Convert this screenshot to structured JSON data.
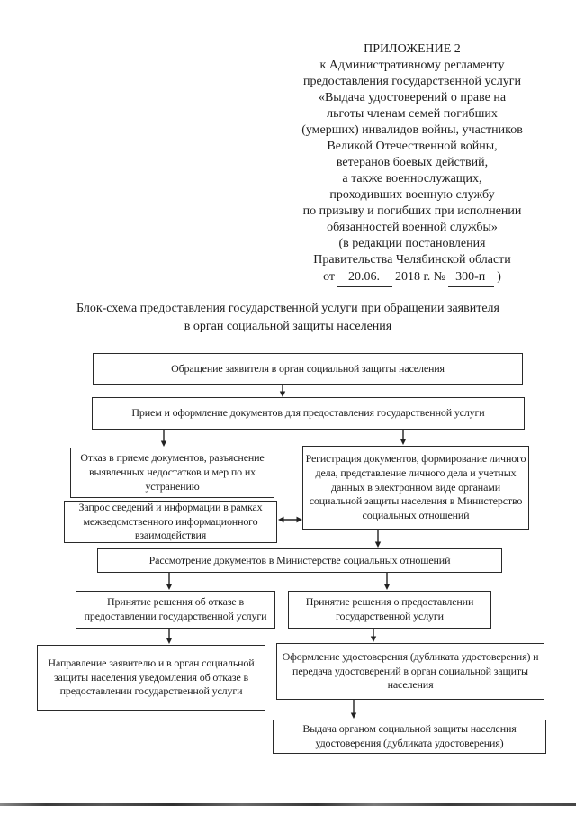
{
  "colors": {
    "paper": "#ffffff",
    "ink": "#222222"
  },
  "header": {
    "block": "ПРИЛОЖЕНИЕ 2\nк Административному регламенту\nпредоставления государственной услуги\n«Выдача удостоверений о праве на\nльготы членам семей погибших\n(умерших) инвалидов войны, участников\nВеликой Отечественной войны,\nветеранов боевых действий,\nа также военнослужащих,\nпроходивших военную службу\nпо призыву и погибших при исполнении\nобязанностей военной службы»\n(в редакции постановления\nПравительства Челябинской области",
    "date_line": {
      "prefix": "от",
      "date": "20.06.",
      "middle": "2018 г. №",
      "number": "300-п",
      "suffix": ")"
    }
  },
  "title": "Блок-схема предоставления государственной услуги при обращении заявителя\nв орган социальной защиты населения",
  "flowchart": {
    "boxes": [
      {
        "name": "applicant-request",
        "text": "Обращение заявителя в орган социальной защиты населения"
      },
      {
        "name": "documents-reception",
        "text": "Прием и оформление документов для предоставления государственной услуги"
      },
      {
        "name": "reception-refusal",
        "text": "Отказ в приеме документов, разъяснение выявленных недостатков и мер по их устранению"
      },
      {
        "name": "documents-registration",
        "text": "Регистрация документов, формирование личного дела, представление личного дела и учетных данных в электронном виде органами социальной защиты населения в Министерство социальных отношений"
      },
      {
        "name": "interagency-request",
        "text": "Запрос сведений и информации в рамках межведомственного информационного взаимодействия"
      },
      {
        "name": "ministry-review",
        "text": "Рассмотрение документов в Министерстве социальных отношений"
      },
      {
        "name": "decision-refusal",
        "text": "Принятие решения об отказе в предоставлении государственной услуги"
      },
      {
        "name": "decision-grant",
        "text": "Принятие решения о предоставлении государственной услуги"
      },
      {
        "name": "refusal-notification",
        "text": "Направление заявителю и в орган социальной защиты населения уведомления об отказе в предоставлении государственной услуги"
      },
      {
        "name": "certificate-preparation",
        "text": "Оформление удостоверения (дубликата удостоверения) и передача удостоверений в орган социальной защиты населения"
      },
      {
        "name": "certificate-issuance",
        "text": "Выдача органом социальной защиты населения удостоверения (дубликата удостоверения)"
      }
    ]
  }
}
